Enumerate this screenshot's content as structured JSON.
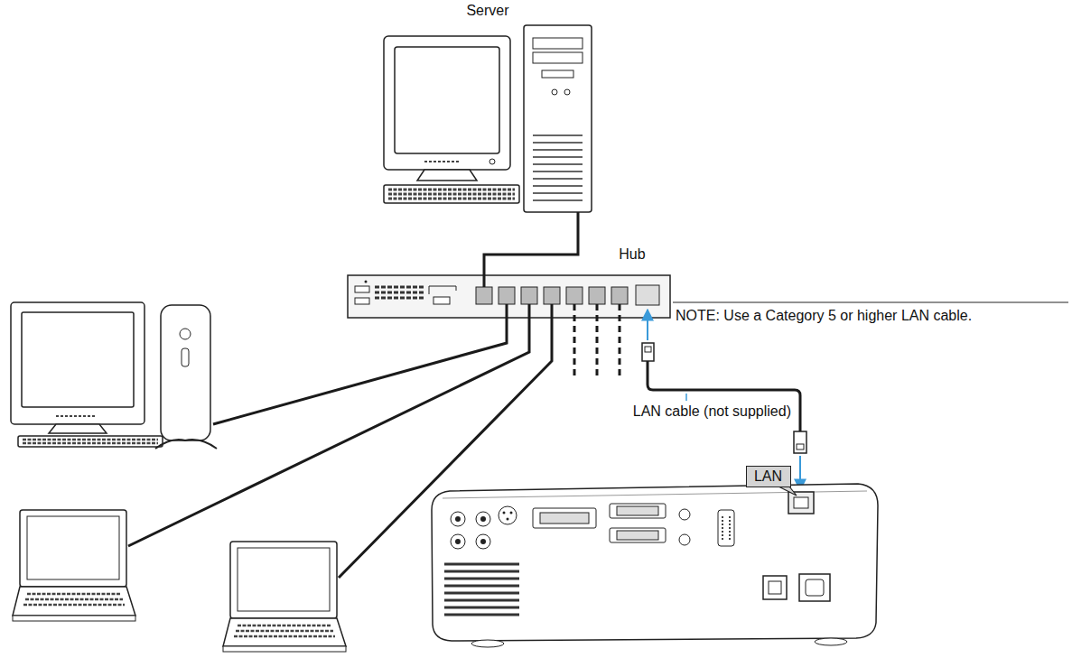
{
  "diagram": {
    "nodes": [
      {
        "text": [
          "Server"
        ]
      },
      {
        "text": [
          "Hub"
        ]
      },
      {
        "text": [
          "LAN"
        ]
      }
    ],
    "edges": [
      {
        "from": 0,
        "to": 1,
        "arrow": "none"
      }
    ],
    "labels": [
      "NOTE: Use a Category 5 or higher LAN cable.",
      "LAN cable (not supplied)"
    ]
  }
}
